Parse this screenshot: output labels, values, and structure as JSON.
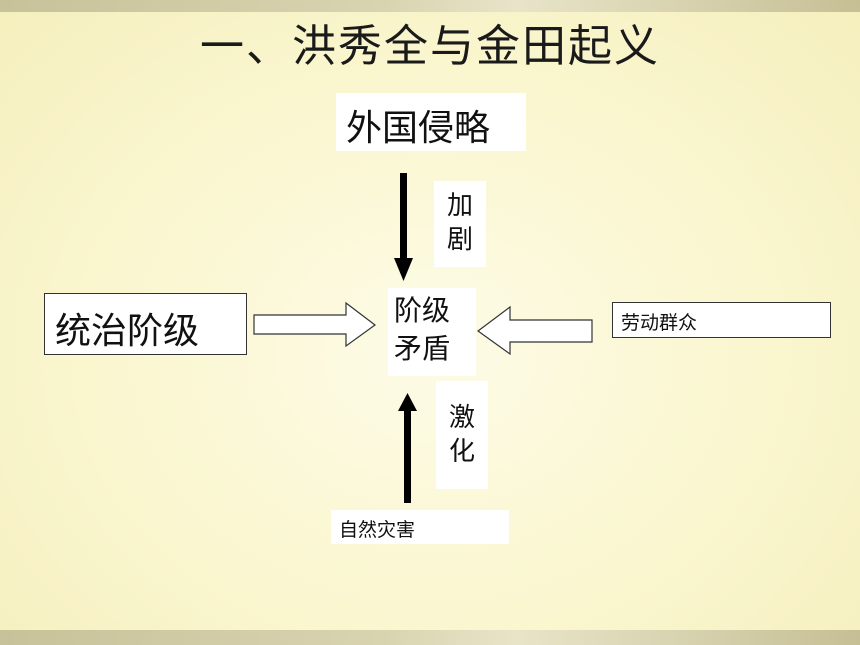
{
  "slide": {
    "title": "一、洪秀全与金田起义"
  },
  "diagram": {
    "nodes": {
      "foreign_invasion": "外国侵略",
      "intensify": [
        "加",
        "剧"
      ],
      "ruling_class": "统治阶级",
      "class_conflict": [
        "阶级",
        "矛盾"
      ],
      "working_masses": "劳动群众",
      "sharpen": [
        "激",
        "化"
      ],
      "natural_disasters": "自然灾害"
    },
    "colors": {
      "arrow_solid": "#000000",
      "arrow_hollow_fill": "#ffffff",
      "arrow_hollow_stroke": "#333333"
    }
  }
}
